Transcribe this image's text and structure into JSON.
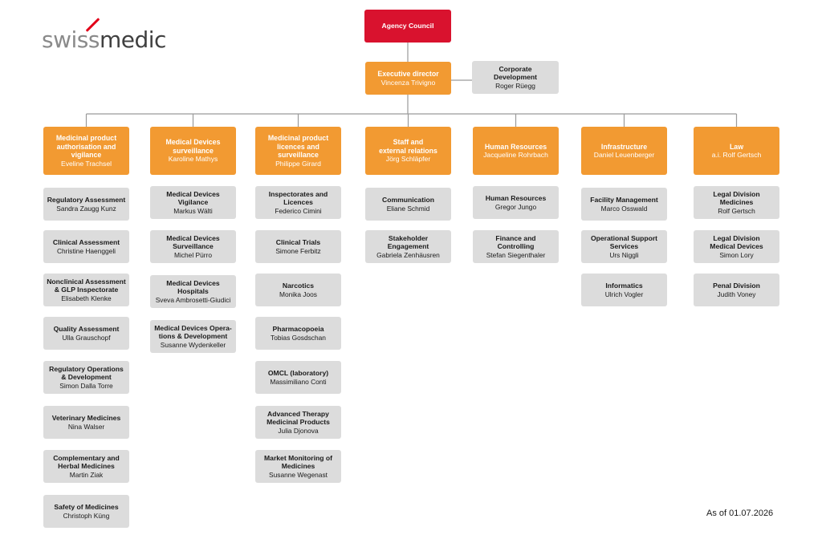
{
  "logo": {
    "swiss": "swiss",
    "medic": "medic"
  },
  "council": {
    "title": "Agency Council"
  },
  "executive": {
    "title": "Executive director",
    "name": "Vincenza Trivigno"
  },
  "corporate": {
    "title": "Corporate\nDevelopment",
    "name": "Roger Rüegg"
  },
  "divisions": [
    {
      "title": "Medicinal product\nauthorisation and\nvigilance",
      "name": "Eveline Trachsel",
      "units": [
        {
          "title": "Regulatory Assessment",
          "name": "Sandra Zaugg Kunz"
        },
        {
          "title": "Clinical Assessment",
          "name": "Christine Haenggeli"
        },
        {
          "title": "Nonclinical Assessment\n& GLP Inspectorate",
          "name": "Elisabeth Klenke"
        },
        {
          "title": "Quality Assessment",
          "name": "Ulla Grauschopf"
        },
        {
          "title": "Regulatory Operations\n& Development",
          "name": "Simon Dalla Torre"
        },
        {
          "title": "Veterinary Medicines",
          "name": "Nina Walser"
        },
        {
          "title": "Complementary and\nHerbal Medicines",
          "name": "Martin Ziak"
        },
        {
          "title": "Safety of Medicines",
          "name": "Christoph Küng"
        }
      ]
    },
    {
      "title": "Medical Devices\nsurveillance",
      "name": "Karoline Mathys",
      "units": [
        {
          "title": "Medical Devices\nVigilance",
          "name": "Markus Wälti"
        },
        {
          "title": "Medical Devices\nSurveillance",
          "name": "Michel Pürro"
        },
        {
          "title": "Medical Devices\nHospitals",
          "name": "Sveva Ambrosetti-Giudici"
        },
        {
          "title": "Medical Devices Opera-\ntions & Development",
          "name": "Susanne Wydenkeller"
        }
      ]
    },
    {
      "title": "Medicinal product\nlicences and surveillance",
      "name": "Philippe Girard",
      "units": [
        {
          "title": "Inspectorates and\nLicences",
          "name": "Federico Cimini"
        },
        {
          "title": "Clinical Trials",
          "name": "Simone Ferbitz"
        },
        {
          "title": "Narcotics",
          "name": "Monika Joos"
        },
        {
          "title": "Pharmacopoeia",
          "name": "Tobias Gosdschan"
        },
        {
          "title": "OMCL (laboratory)",
          "name": "Massimiliano Conti"
        },
        {
          "title": "Advanced Therapy\nMedicinal Products",
          "name": "Julia Djonova"
        },
        {
          "title": "Market Monitoring of\nMedicines",
          "name": "Susanne Wegenast"
        }
      ]
    },
    {
      "title": "Staff and\nexternal relations",
      "name": "Jörg Schläpfer",
      "units": [
        {
          "title": "Communication",
          "name": "Eliane Schmid"
        },
        {
          "title": "Stakeholder\nEngagement",
          "name": "Gabriela Zenhäusren"
        }
      ]
    },
    {
      "title": "Human Resources",
      "name": "Jacqueline Rohrbach",
      "units": [
        {
          "title": "Human Resources",
          "name": "Gregor Jungo"
        },
        {
          "title": "Finance and\nControlling",
          "name": "Stefan Siegenthaler"
        }
      ]
    },
    {
      "title": "Infrastructure",
      "name": "Daniel Leuenberger",
      "units": [
        {
          "title": "Facility Management",
          "name": "Marco Osswald"
        },
        {
          "title": "Operational Support\nServices",
          "name": "Urs Niggli"
        },
        {
          "title": "Informatics",
          "name": "Ulrich Vogler"
        }
      ]
    },
    {
      "title": "Law",
      "name": "a.i. Rolf Gertsch",
      "units": [
        {
          "title": "Legal Division\nMedicines",
          "name": "Rolf Gertsch"
        },
        {
          "title": "Legal Division\nMedical Devices",
          "name": "Simon Lory"
        },
        {
          "title": "Penal Division",
          "name": "Judith Voney"
        }
      ]
    }
  ],
  "footer": {
    "as_of": "As of 01.07.2026"
  }
}
